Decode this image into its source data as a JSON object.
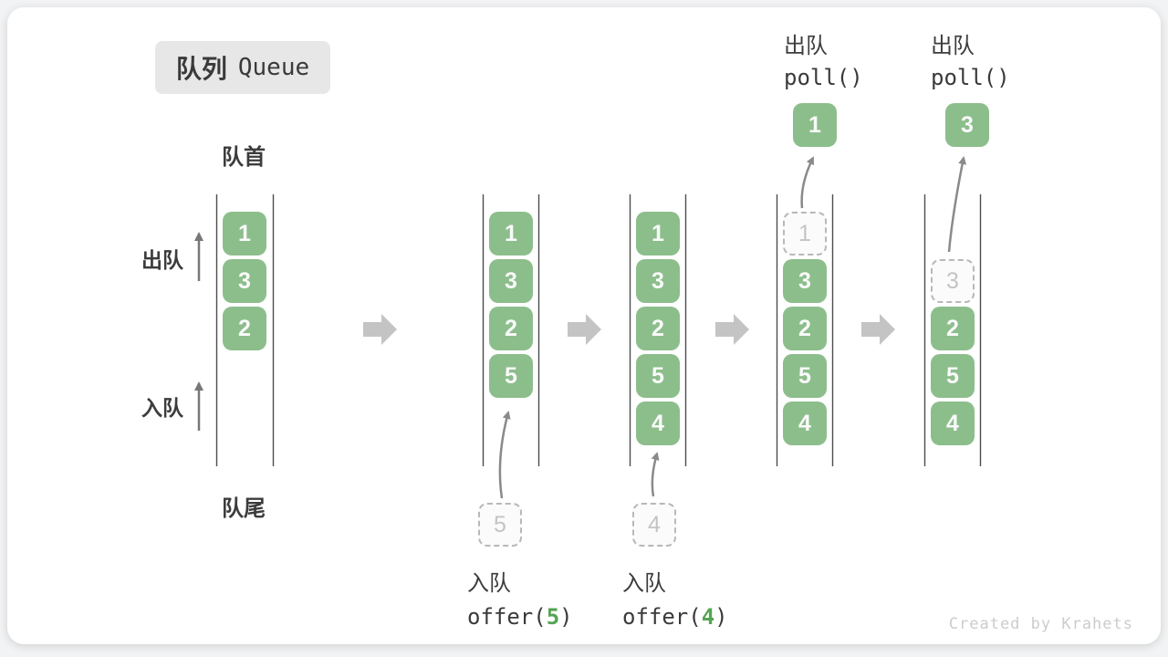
{
  "title": {
    "zh": "队列",
    "en": "Queue"
  },
  "labels": {
    "front": "队首",
    "rear": "队尾",
    "dequeue_side": "出队",
    "enqueue_side": "入队"
  },
  "annotations": {
    "enqueue5": {
      "line1": "入队",
      "code_prefix": "offer(",
      "arg": "5",
      "code_suffix": ")"
    },
    "enqueue4": {
      "line1": "入队",
      "code_prefix": "offer(",
      "arg": "4",
      "code_suffix": ")"
    },
    "poll_a": {
      "line1": "出队",
      "line2": "poll()"
    },
    "poll_b": {
      "line1": "出队",
      "line2": "poll()"
    }
  },
  "columns": [
    {
      "cells": [
        {
          "value": "1"
        },
        {
          "value": "3"
        },
        {
          "value": "2"
        }
      ]
    },
    {
      "cells": [
        {
          "value": "1"
        },
        {
          "value": "3"
        },
        {
          "value": "2"
        },
        {
          "value": "5"
        }
      ],
      "pending": {
        "value": "5"
      }
    },
    {
      "cells": [
        {
          "value": "1"
        },
        {
          "value": "3"
        },
        {
          "value": "2"
        },
        {
          "value": "5"
        },
        {
          "value": "4"
        }
      ],
      "pending": {
        "value": "4"
      }
    },
    {
      "removed": {
        "value": "1"
      },
      "cells": [
        {
          "value": "3"
        },
        {
          "value": "2"
        },
        {
          "value": "5"
        },
        {
          "value": "4"
        }
      ],
      "popped": {
        "value": "1"
      }
    },
    {
      "removed": {
        "value": "3"
      },
      "cells": [
        {
          "value": "2"
        },
        {
          "value": "5"
        },
        {
          "value": "4"
        }
      ],
      "popped": {
        "value": "3"
      }
    }
  ],
  "watermark": "Created by Krahets",
  "colors": {
    "cell_green": "#8cbe8c",
    "cell_text": "#fafafa",
    "code_arg_green": "#55a455",
    "block_arrow_gray": "#c4c4c4",
    "thin_arrow_gray": "#8a8a8a",
    "column_line": "#4d4d4d",
    "badge_bg": "#e7e7e7",
    "text_dark": "#3c3c3c",
    "dashed_border": "#b8b8b8",
    "watermark_gray": "#cccccc"
  }
}
